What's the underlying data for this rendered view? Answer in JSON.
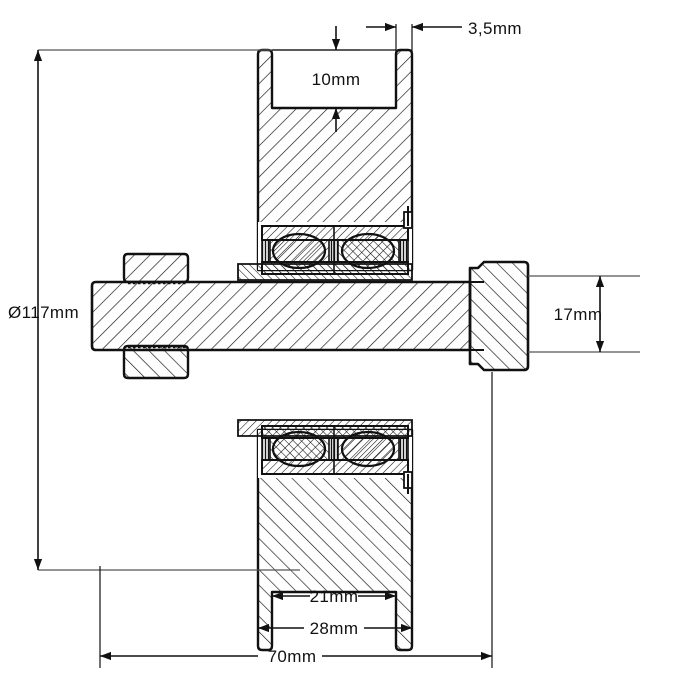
{
  "drawing": {
    "type": "engineering-cross-section",
    "subject": "belt pulley with double-row ball bearing on shaft",
    "units": "mm",
    "background_color": "#ffffff",
    "line_color": "#111111",
    "hatch_color": "#111111"
  },
  "dimensions": {
    "outer_diameter": {
      "id": "outer-diameter",
      "label": "Ø117mm",
      "value": 117,
      "symbol": "Ø",
      "orientation": "vertical",
      "position": "left"
    },
    "groove_depth": {
      "id": "groove-depth",
      "label": "10mm",
      "value": 10,
      "orientation": "vertical",
      "position": "top-center"
    },
    "rim_thickness": {
      "id": "rim-thickness",
      "label": "3,5mm",
      "value": 3.5,
      "orientation": "horizontal",
      "position": "top-right"
    },
    "shaft_height": {
      "id": "shaft-height",
      "label": "17mm",
      "value": 17,
      "orientation": "vertical",
      "position": "right"
    },
    "groove_width": {
      "id": "groove-width",
      "label": "21mm",
      "value": 21,
      "orientation": "horizontal",
      "position": "bottom"
    },
    "pulley_width": {
      "id": "pulley-width",
      "label": "28mm",
      "value": 28,
      "orientation": "horizontal",
      "position": "bottom"
    },
    "overall_length": {
      "id": "overall-length",
      "label": "70mm",
      "value": 70,
      "orientation": "horizontal",
      "position": "bottom"
    }
  },
  "components": [
    {
      "id": "pulley-body",
      "name": "pulley-body",
      "hatched": true
    },
    {
      "id": "pulley-groove-top",
      "name": "pulley-groove-top",
      "hatched": false
    },
    {
      "id": "pulley-groove-bottom",
      "name": "pulley-groove-bottom",
      "hatched": false
    },
    {
      "id": "bearing-upper",
      "name": "bearing-upper",
      "rows": 2,
      "hatched": true
    },
    {
      "id": "bearing-lower",
      "name": "bearing-lower",
      "rows": 2,
      "hatched": true
    },
    {
      "id": "shaft",
      "name": "shaft",
      "hatched": true
    },
    {
      "id": "nut-upper",
      "name": "hex-nut-upper",
      "hatched": true
    },
    {
      "id": "nut-lower",
      "name": "hex-nut-lower",
      "hatched": true
    },
    {
      "id": "shaft-head-right",
      "name": "shaft-head-right",
      "hatched": true
    }
  ]
}
